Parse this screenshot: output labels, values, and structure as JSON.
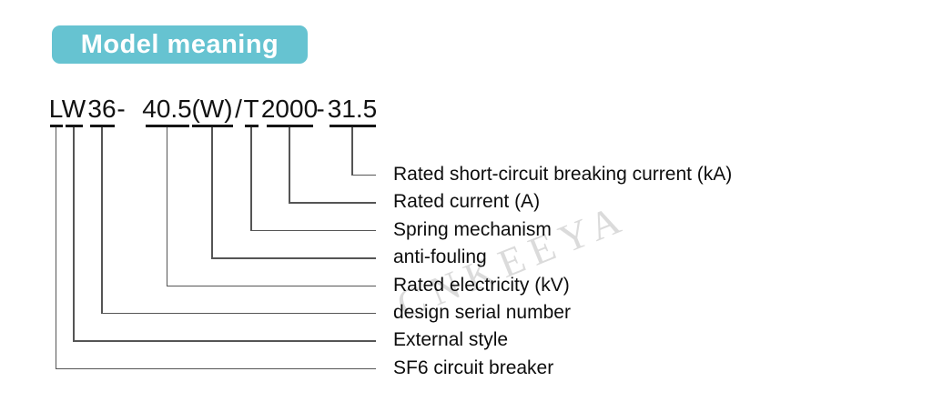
{
  "title": {
    "label": "Model meaning"
  },
  "colors": {
    "title_bg": "#66c3d1",
    "title_text": "#ffffff",
    "code_text": "#111111",
    "connector_line": "#555555",
    "watermark_text": "#dbdbdb"
  },
  "model_code": {
    "full": "L W 36 - 40.5 (W) / T 2000 - 31.5",
    "segments": [
      {
        "code": "L",
        "meaning": "SF6 circuit breaker"
      },
      {
        "code": "W",
        "meaning": "External style"
      },
      {
        "code": "36",
        "meaning": "design serial number"
      },
      {
        "code": "40.5",
        "meaning": "Rated electricity (kV)"
      },
      {
        "code": "(W)",
        "meaning": "anti-fouling"
      },
      {
        "code": "T",
        "meaning": "Spring mechanism"
      },
      {
        "code": "2000",
        "meaning": "Rated current (A)"
      },
      {
        "code": "31.5",
        "meaning": "Rated short-circuit breaking current (kA)"
      }
    ],
    "separators": [
      "-",
      "/",
      "-"
    ]
  },
  "labels_top_to_bottom": [
    "Rated short-circuit breaking current (kA)",
    "Rated current (A)",
    "Spring mechanism",
    "anti-fouling",
    "Rated electricity (kV)",
    "design serial number",
    "External style",
    "SF6 circuit breaker"
  ],
  "watermark": {
    "text": "CNKEEYA"
  }
}
